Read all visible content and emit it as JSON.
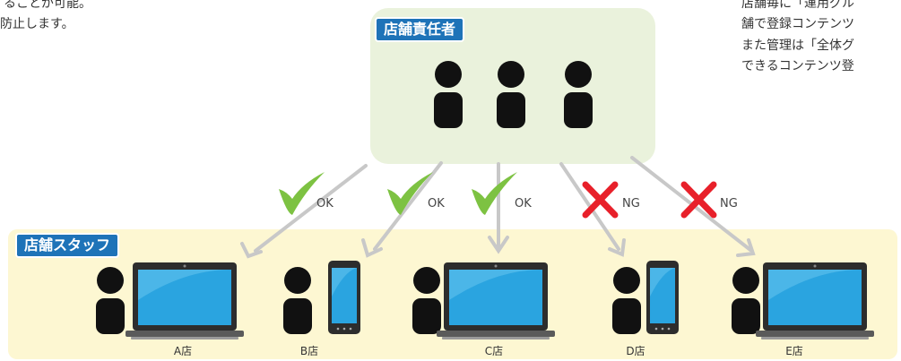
{
  "left_note": [
    "することが可能。",
    "防止します。"
  ],
  "right_note": [
    "店舗毎に「運用グル",
    "舗で登録コンテンツ",
    "また管理は「全体グ",
    "できるコンテンツ登"
  ],
  "manager_group": {
    "label": "店舗責任者"
  },
  "staff_group": {
    "label": "店舗スタッフ"
  },
  "stores": [
    {
      "name": "A店",
      "device": "laptop",
      "access": "OK"
    },
    {
      "name": "B店",
      "device": "tablet",
      "access": "OK"
    },
    {
      "name": "C店",
      "device": "laptop",
      "access": "OK"
    },
    {
      "name": "D店",
      "device": "tablet",
      "access": "NG"
    },
    {
      "name": "E店",
      "device": "laptop",
      "access": "NG"
    }
  ],
  "colors": {
    "badge": "#1e73b8",
    "manager_bg": "#eaf2dc",
    "staff_bg": "#fdf7d2",
    "check": "#7dc242",
    "cross": "#e8202a",
    "arrow": "#c8c8c8",
    "screen": "#2aa4e0"
  }
}
